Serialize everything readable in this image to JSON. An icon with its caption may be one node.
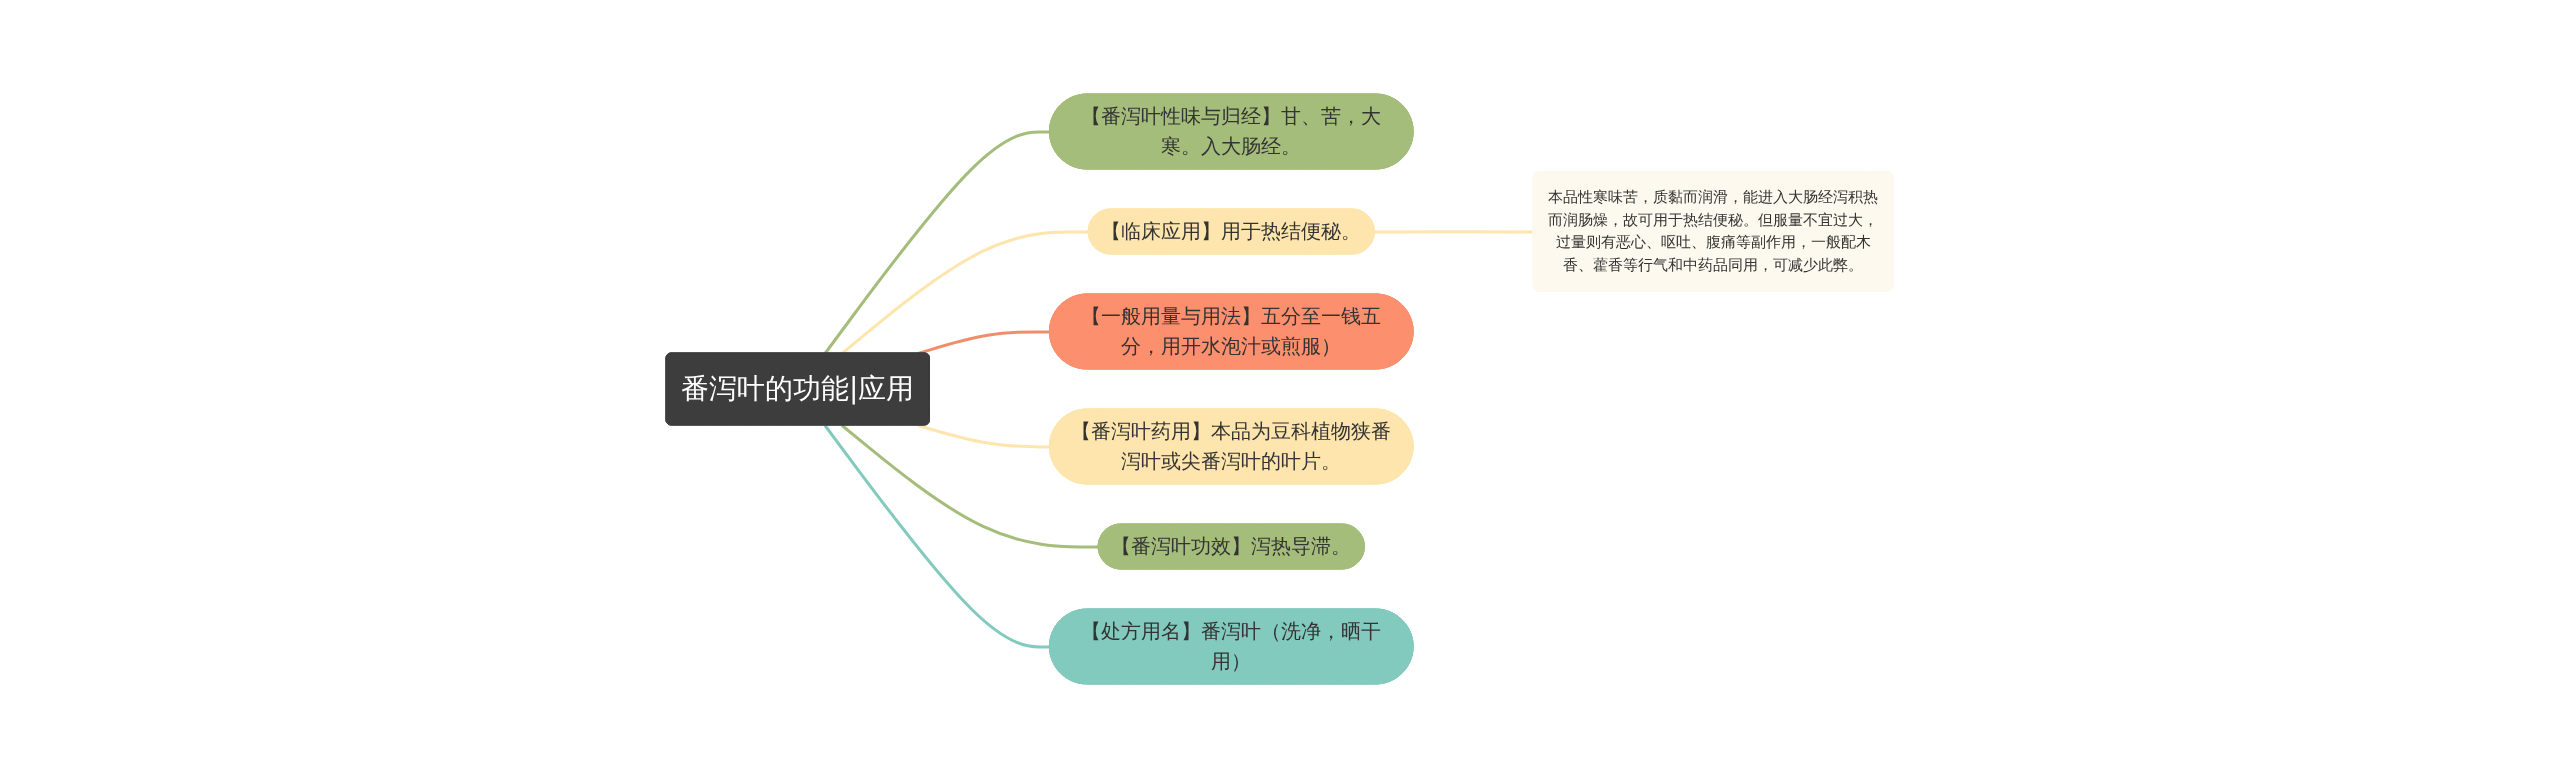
{
  "diagram": {
    "nodes": [
      {
        "text": [
          "番泻叶的功能|应用"
        ]
      },
      {
        "text": [
          "【番泻叶性味与归经】甘、苦，大寒。入大肠经。"
        ]
      },
      {
        "text": [
          "【临床应用】用于热结便秘。"
        ]
      },
      {
        "text": [
          "本品性寒味苦，质黏而润滑，能进入大肠经泻积热而润肠燥，故可用于热结便秘。但服量不宜过大，过量则有恶心、呕吐、腹痛等副作用，一般配木香、藿香等行气和中药品同用，可减少此弊。"
        ]
      },
      {
        "text": [
          "【一般用量与用法】五分至一钱五分，用开水泡汁或煎服）"
        ]
      },
      {
        "text": [
          "【番泻叶药用】本品为豆科植物狭番泻叶或尖番泻叶的叶片。"
        ]
      },
      {
        "text": [
          "【番泻叶功效】泻热导滞。"
        ]
      },
      {
        "text": [
          "【处方用名】番泻叶（洗净，晒干用）"
        ]
      }
    ],
    "edges": [
      {
        "from": 0,
        "to": 1,
        "arrow": "none",
        "color": "#a5bd7a"
      },
      {
        "from": 0,
        "to": 2,
        "arrow": "none"
      },
      {
        "from": 2,
        "to": 3,
        "arrow": "none"
      },
      {
        "from": 0,
        "to": 4,
        "arrow": "none",
        "color": "#f08d6d"
      },
      {
        "from": 0,
        "to": 5,
        "arrow": "none"
      },
      {
        "from": 0,
        "to": 6,
        "arrow": "none",
        "color": "#a5bd7a"
      },
      {
        "from": 0,
        "to": 7,
        "arrow": "none",
        "color": "#82cabd"
      }
    ]
  }
}
